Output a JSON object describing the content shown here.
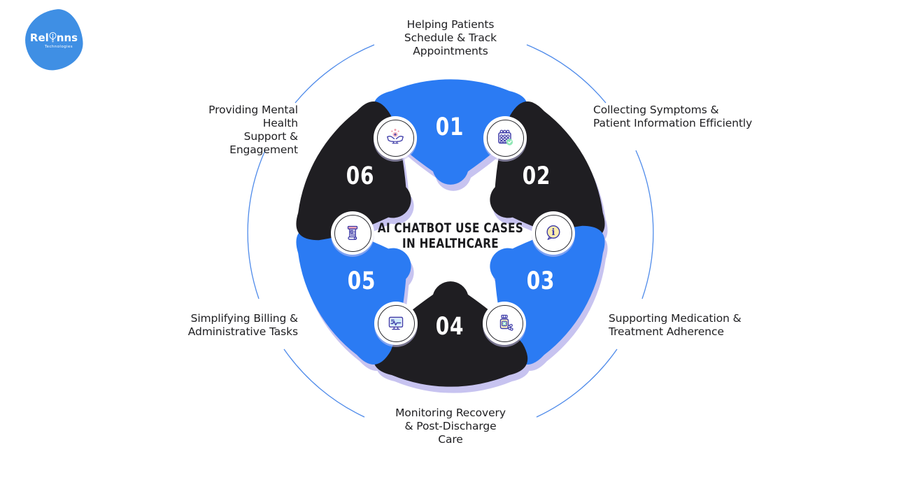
{
  "logo": {
    "brand_prefix": "Rel",
    "brand_suffix": "nns",
    "sub": "Technologies"
  },
  "title": {
    "line1": "AI CHATBOT USE CASES",
    "line2": "IN HEALTHCARE"
  },
  "theme": {
    "petal_blue": "#2b7bf3",
    "petal_dark": "#1f1e22",
    "shadow_lavender": "#c7c3f0",
    "arc_blue": "#4f8bea",
    "number_color": "#ffffff",
    "label_color": "#202023",
    "logo_blue": "#3f8fe4",
    "icon_indigo": "#3e3ca8"
  },
  "segments": [
    {
      "number": "01",
      "color": "blue",
      "label_lines": [
        "Helping Patients",
        "Schedule & Track",
        "Appointments"
      ],
      "icon": "calendar-check-icon"
    },
    {
      "number": "02",
      "color": "dark",
      "label_lines": [
        "Collecting Symptoms &",
        "Patient Information Efficiently"
      ],
      "icon": "info-bubble-icon"
    },
    {
      "number": "03",
      "color": "blue",
      "label_lines": [
        "Supporting Medication &",
        "Treatment Adherence"
      ],
      "icon": "medicine-bottle-icon"
    },
    {
      "number": "04",
      "color": "dark",
      "label_lines": [
        "Monitoring Recovery",
        "& Post-Discharge",
        "Care"
      ],
      "icon": "monitor-pulse-icon"
    },
    {
      "number": "05",
      "color": "blue",
      "label_lines": [
        "Simplifying Billing &",
        "Administrative Tasks"
      ],
      "icon": "billing-receipt-icon"
    },
    {
      "number": "06",
      "color": "dark",
      "label_lines": [
        "Providing Mental Health",
        "Support & Engagement"
      ],
      "icon": "hands-care-icon"
    }
  ]
}
